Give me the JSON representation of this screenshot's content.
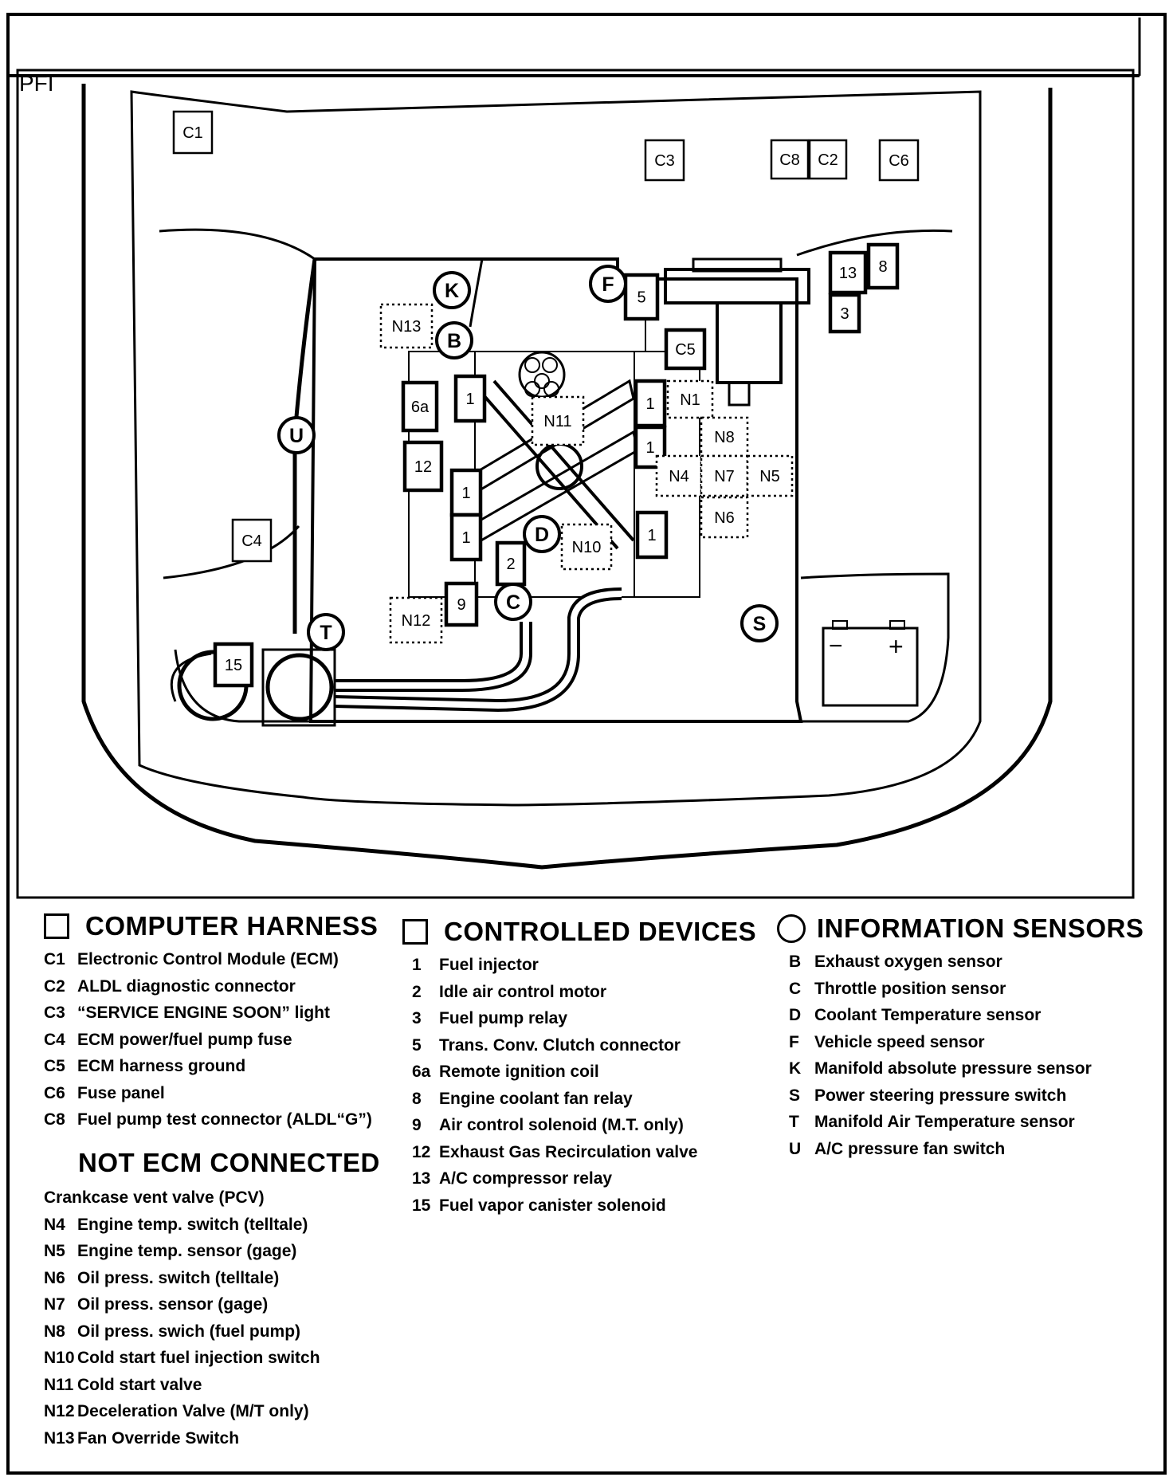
{
  "diagram": {
    "page_label": "PFI",
    "component_boxes": {
      "c1": "C1",
      "c3": "C3",
      "c8": "C8",
      "c2": "C2",
      "c6": "C6",
      "c4": "C4",
      "c5": "C5",
      "d13": "13",
      "d8": "8",
      "d3": "3",
      "d5": "5",
      "d6a": "6a",
      "d12": "12",
      "d2": "2",
      "d9": "9",
      "d15": "15",
      "d1": "1"
    },
    "sensor_circles": {
      "k": "K",
      "b": "B",
      "f": "F",
      "u": "U",
      "d": "D",
      "c": "C",
      "t": "T",
      "s": "S"
    },
    "dotted_boxes": {
      "n13": "N13",
      "n11": "N11",
      "n1": "N1",
      "n8": "N8",
      "n4": "N4",
      "n7": "N7",
      "n5": "N5",
      "n6": "N6",
      "n10": "N10",
      "n12": "N12"
    },
    "battery_minus": "−",
    "battery_plus": "+"
  },
  "legend": {
    "computer_harness": {
      "title": "COMPUTER HARNESS",
      "items": [
        {
          "code": "C1",
          "label": "Electronic Control Module (ECM)"
        },
        {
          "code": "C2",
          "label": "ALDL diagnostic connector"
        },
        {
          "code": "C3",
          "label": "“SERVICE ENGINE SOON” light"
        },
        {
          "code": "C4",
          "label": "ECM power/fuel pump fuse"
        },
        {
          "code": "C5",
          "label": "ECM harness ground"
        },
        {
          "code": "C6",
          "label": "Fuse panel"
        },
        {
          "code": "C8",
          "label": "Fuel pump test connector (ALDL“G”)"
        }
      ]
    },
    "not_ecm_connected": {
      "title": "NOT ECM CONNECTED",
      "pcv_label": "Crankcase vent  valve (PCV)",
      "items": [
        {
          "code": "N4",
          "label": "Engine temp. switch (telltale)"
        },
        {
          "code": "N5",
          "label": "Engine temp. sensor (gage)"
        },
        {
          "code": "N6",
          "label": "Oil press. switch (telltale)"
        },
        {
          "code": "N7",
          "label": "Oil press. sensor (gage)"
        },
        {
          "code": "N8",
          "label": "Oil press. swich (fuel pump)"
        },
        {
          "code": "N10",
          "label": "Cold start fuel injection switch"
        },
        {
          "code": "N11",
          "label": "Cold start  valve"
        },
        {
          "code": "N12",
          "label": "Deceleration Valve (M/T only)"
        },
        {
          "code": "N13",
          "label": "Fan Override Switch"
        }
      ]
    },
    "controlled_devices": {
      "title": "CONTROLLED DEVICES",
      "items": [
        {
          "code": "1",
          "label": "Fuel injector"
        },
        {
          "code": "2",
          "label": "Idle air control motor"
        },
        {
          "code": "3",
          "label": "Fuel pump relay"
        },
        {
          "code": "5",
          "label": "Trans. Conv. Clutch connector"
        },
        {
          "code": "6a",
          "label": "Remote ignition coil"
        },
        {
          "code": "8",
          "label": "Engine coolant fan relay"
        },
        {
          "code": "9",
          "label": "Air  control solenoid (M.T. only)"
        },
        {
          "code": "12",
          "label": "Exhaust Gas Recirculation valve"
        },
        {
          "code": "13",
          "label": "A/C compressor relay"
        },
        {
          "code": "15",
          "label": "Fuel vapor canister solenoid"
        }
      ]
    },
    "information_sensors": {
      "title": "INFORMATION SENSORS",
      "items": [
        {
          "code": "B",
          "label": "Exhaust oxygen sensor"
        },
        {
          "code": "C",
          "label": "Throttle position sensor"
        },
        {
          "code": "D",
          "label": "Coolant Temperature sensor"
        },
        {
          "code": "F",
          "label": "Vehicle speed sensor"
        },
        {
          "code": "K",
          "label": "Manifold absolute pressure sensor"
        },
        {
          "code": "S",
          "label": "Power steering pressure switch"
        },
        {
          "code": "T",
          "label": "Manifold Air Temperature sensor"
        },
        {
          "code": "U",
          "label": "A/C pressure fan switch"
        }
      ]
    }
  }
}
